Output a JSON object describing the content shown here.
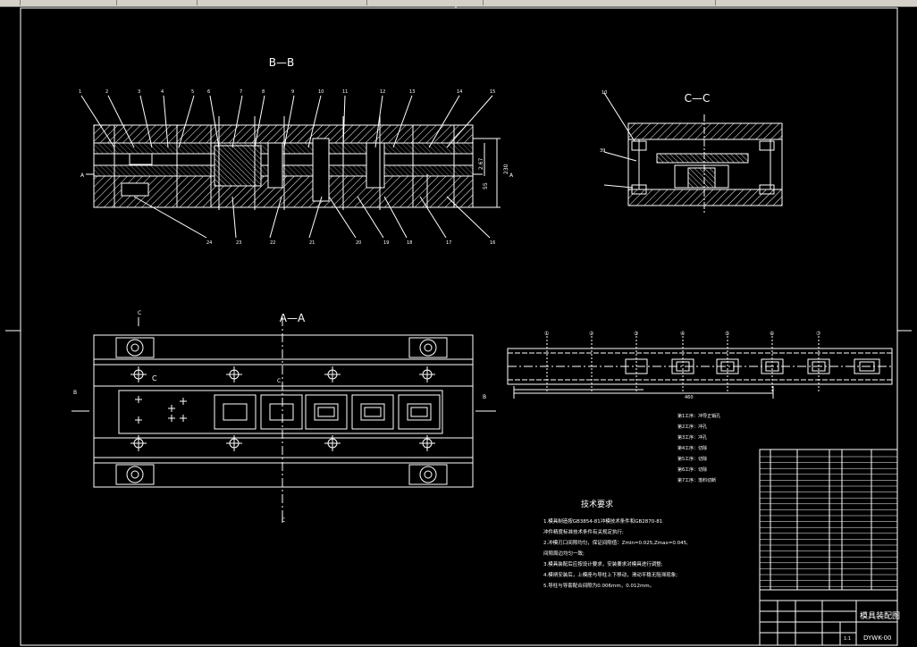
{
  "app": {
    "window": "CAD drawing viewer"
  },
  "drawing": {
    "view_bb": "B—B",
    "view_cc": "C—C",
    "view_aa": "A—A",
    "balloons_top": [
      "1",
      "2",
      "3",
      "4",
      "5",
      "6",
      "7",
      "8",
      "9",
      "10",
      "11",
      "12",
      "13",
      "14",
      "15"
    ],
    "balloons_bottom": [
      "24",
      "23",
      "22",
      "21",
      "20",
      "19",
      "18",
      "17",
      "16"
    ],
    "balloon_cc_top": "10",
    "balloon_cc_side": "39",
    "section_marks": {
      "a_left": "A",
      "a_right": "A",
      "b_left": "B",
      "b_right": "B",
      "c_top": "C",
      "c_bottom": "C",
      "c_mid": "C",
      "c_mid2": "C"
    },
    "dims": {
      "h1": "2.67",
      "h2": "55",
      "h3": "230",
      "strip_total": "460"
    },
    "strip_stations": [
      "①",
      "②",
      "③",
      "④",
      "⑤",
      "⑥",
      "⑦"
    ],
    "process_notes": [
      "第1工序：冲导正销孔",
      "第2工序：冲孔",
      "第3工序：冲孔",
      "第4工序：切除",
      "第5工序：切除",
      "第6工序：切除",
      "第7工序：落料切断"
    ],
    "tech_title": "技术要求",
    "tech_lines": [
      "1.模具制造按GB3854-81冲模技术条件和GB2870-81",
      "冲件精度标准技术条件有关规定执行;",
      "2.冲模刃口间隙均匀，保证间隙值：Zmin=0.025,Zmax=0.045,",
      "间隙周边均匀一致;",
      "3.模具装配后应按设计要求，安装要求对模具进行调整;",
      "4.模柄安装后，上模座与导柱上下移动，滑动平稳无阻滞现象;",
      "5.导柱与导套配合间隙为0.006mm，0.012mm。"
    ],
    "title_block": {
      "name": "模具装配图",
      "code": "DYWK-00",
      "scale": "1:1"
    }
  }
}
